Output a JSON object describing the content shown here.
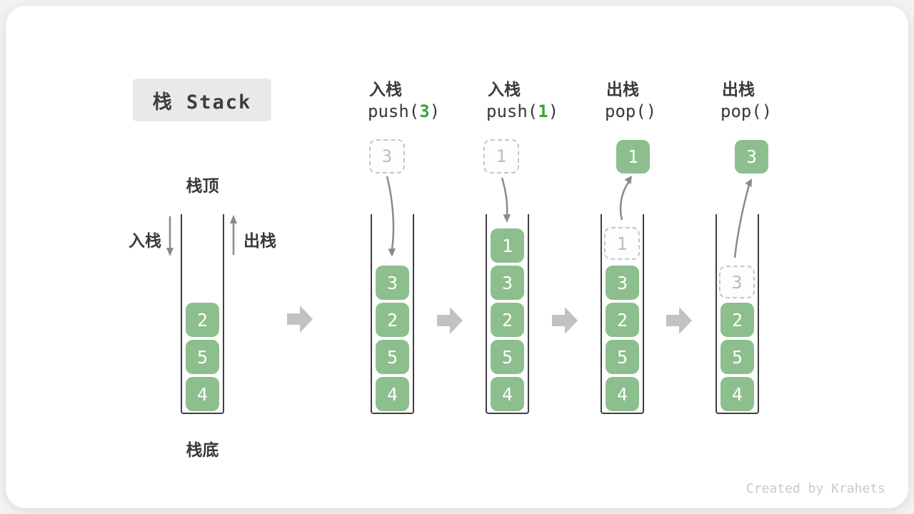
{
  "title": "栈 Stack",
  "watermark": "Created by Krahets",
  "colors": {
    "cell_green": "#8dbe8d",
    "code_digit_green": "#3da23d",
    "curve_arrow_gray": "#8a8a8a",
    "block_arrow_gray": "#c2c2c2",
    "ghost_gray": "#bdbdbd"
  },
  "first_stack": {
    "top_label": "栈顶",
    "bottom_label": "栈底",
    "push_label": "入栈",
    "pop_label": "出栈",
    "cells": [
      "2",
      "5",
      "4"
    ]
  },
  "steps": [
    {
      "op": "入栈",
      "code_pre": "push(",
      "code_arg": "3",
      "code_post": ")",
      "floating": "3",
      "floating_style": "dashed",
      "ghost": "",
      "cells": [
        "3",
        "2",
        "5",
        "4"
      ]
    },
    {
      "op": "入栈",
      "code_pre": "push(",
      "code_arg": "1",
      "code_post": ")",
      "floating": "1",
      "floating_style": "dashed",
      "ghost": "",
      "cells": [
        "1",
        "3",
        "2",
        "5",
        "4"
      ]
    },
    {
      "op": "出栈",
      "code_pre": "pop()",
      "code_arg": "",
      "code_post": "",
      "floating": "1",
      "floating_style": "solid",
      "ghost": "1",
      "cells": [
        "3",
        "2",
        "5",
        "4"
      ]
    },
    {
      "op": "出栈",
      "code_pre": "pop()",
      "code_arg": "",
      "code_post": "",
      "floating": "3",
      "floating_style": "solid",
      "ghost": "3",
      "cells": [
        "2",
        "5",
        "4"
      ]
    }
  ]
}
